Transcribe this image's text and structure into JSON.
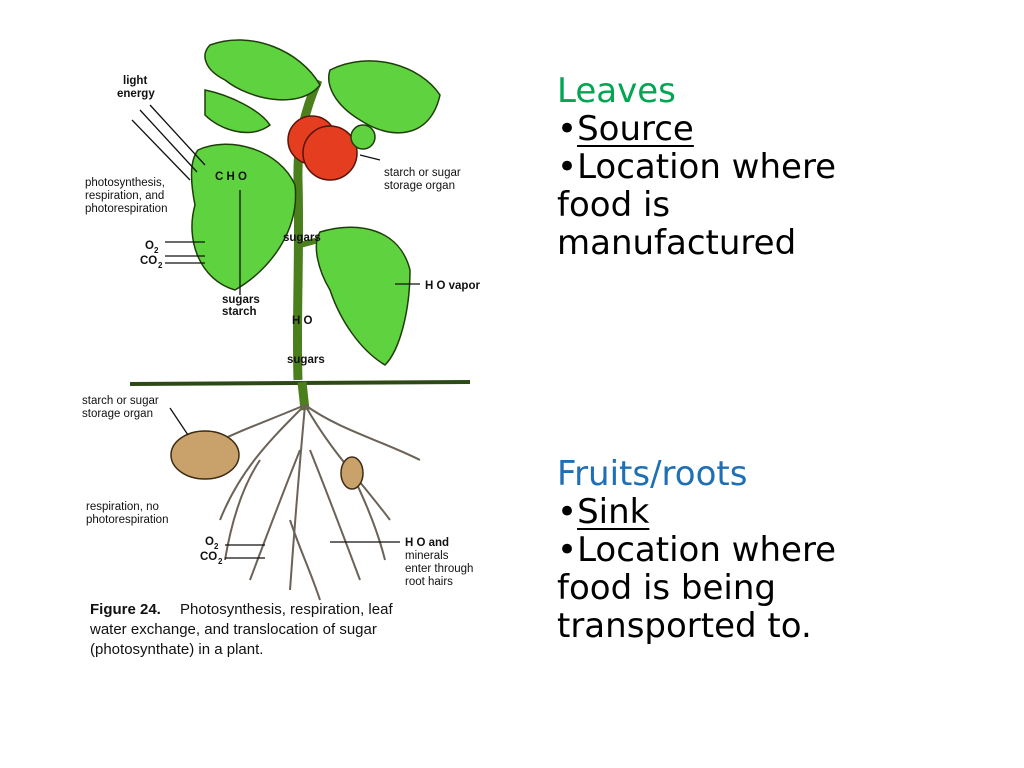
{
  "slide": {
    "leaves": {
      "title": "Leaves",
      "bullet1": "Source",
      "bullet2_lines": [
        "Location where",
        "food is",
        "manufactured"
      ]
    },
    "fruits": {
      "title": "Fruits/roots",
      "bullet1": "Sink",
      "bullet2_lines": [
        "Location where",
        "food is being",
        "transported to."
      ]
    },
    "bullet_char": "•"
  },
  "figure": {
    "labels": {
      "light": "light",
      "energy": "energy",
      "photo1": "photosynthesis,",
      "photo2": "respiration, and",
      "photo3": "photorespiration",
      "o2": "O",
      "co2": "CO",
      "sugars_starch1": "sugars",
      "sugars_starch2": "starch",
      "formula": "C H O",
      "storage_top1": "starch or sugar",
      "storage_top2": "storage organ",
      "sugars_stem_top": "sugars",
      "h2o_vapor": "H O vapor",
      "h2o_stem": "H O",
      "sugars_stem_bottom": "sugars",
      "storage_bottom1": "starch or sugar",
      "storage_bottom2": "storage organ",
      "resp1": "respiration, no",
      "resp2": "photorespiration",
      "root_o2": "O",
      "root_co2": "CO",
      "h2o_minerals1": "H O and",
      "h2o_minerals2": "minerals",
      "h2o_minerals3": "enter through",
      "h2o_minerals4": "root hairs"
    },
    "caption": {
      "bold": "Figure 24.",
      "line1": "Photosynthesis, respiration, leaf",
      "line2": "water exchange, and translocation of sugar",
      "line3": "(photosynthate) in a plant."
    }
  }
}
